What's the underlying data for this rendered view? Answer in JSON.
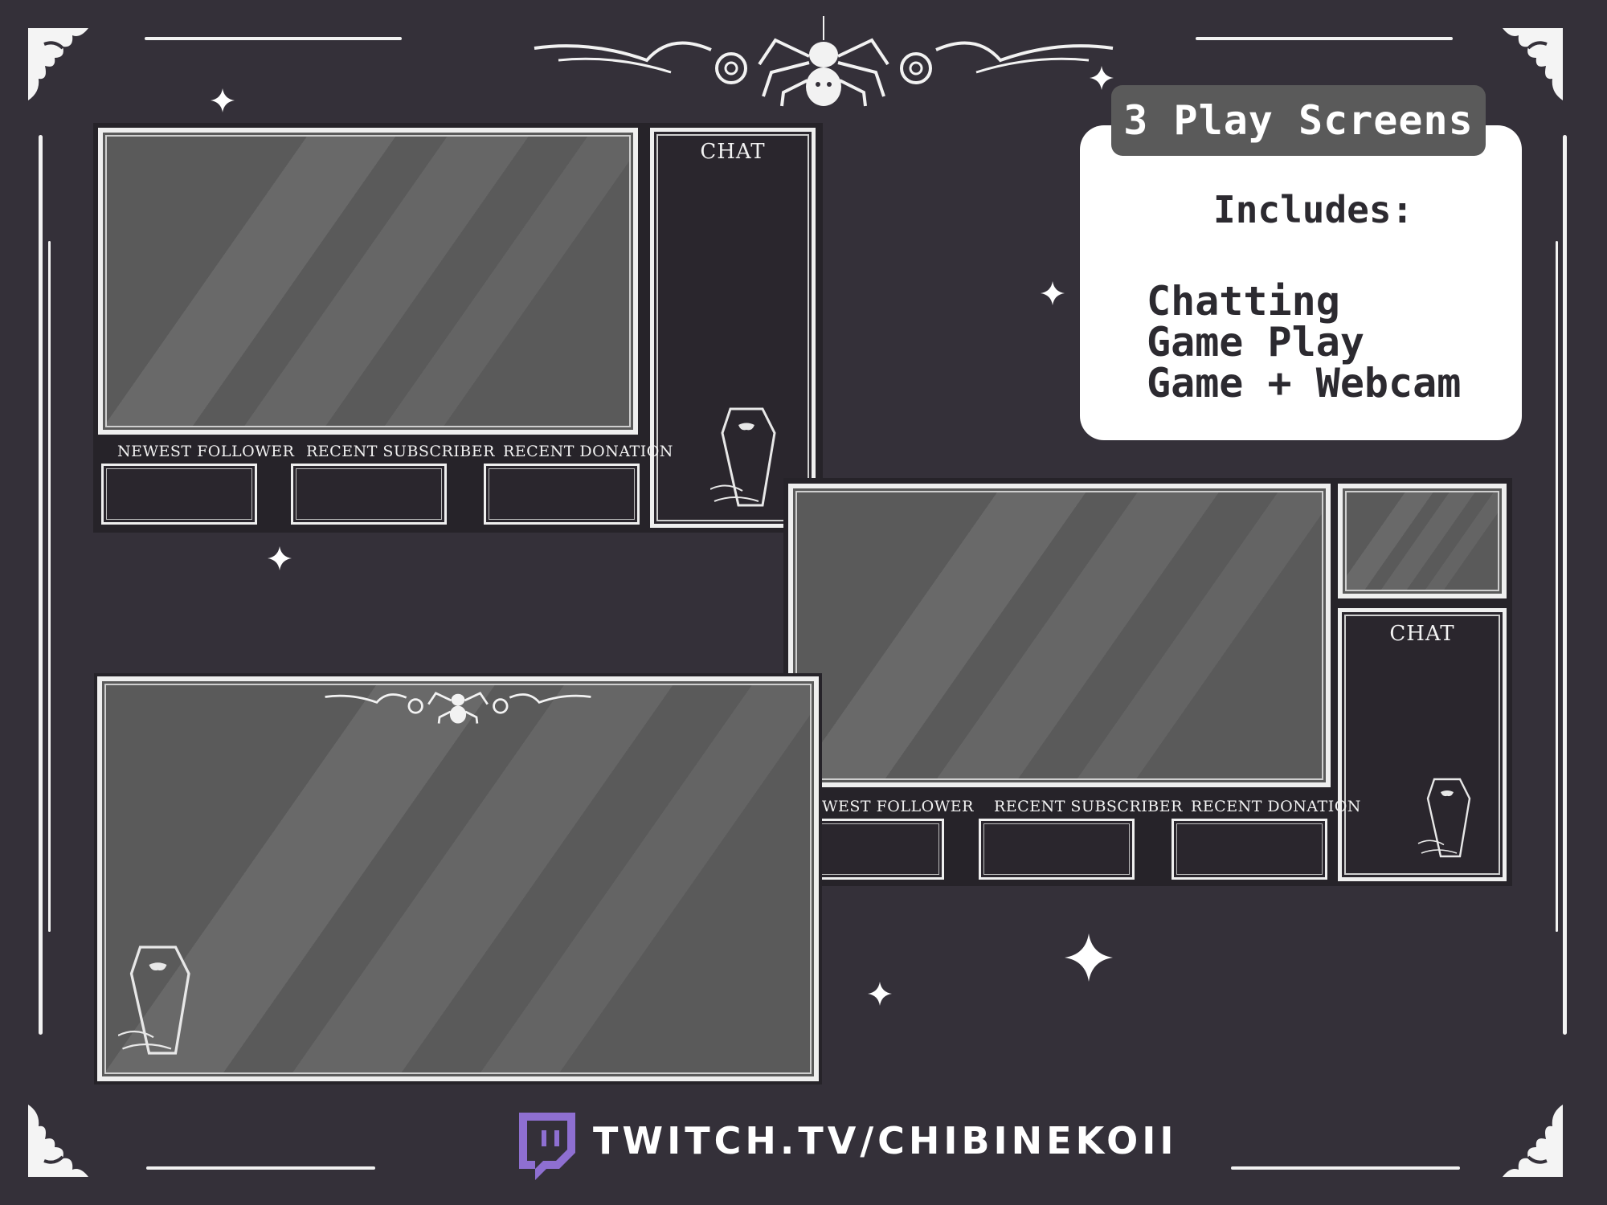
{
  "info": {
    "tab_title": "3 Play Screens",
    "includes_label": "Includes:",
    "items": [
      "Chatting",
      "Game Play",
      "Game + Webcam"
    ]
  },
  "screen_chatting": {
    "chat_title": "CHAT",
    "labels": [
      "NEWEST FOLLOWER",
      "RECENT SUBSCRIBER",
      "RECENT DONATION"
    ]
  },
  "screen_webcam": {
    "chat_title": "CHAT",
    "labels": [
      "WEST FOLLOWER",
      "RECENT SUBSCRIBER",
      "RECENT DONATION"
    ]
  },
  "footer": {
    "url": "TWITCH.TV/CHIBINEKOII"
  },
  "colors": {
    "background": "#343039",
    "panel_dark": "#262329",
    "glass_gray": "#5a5a5a",
    "frame_white": "#efefef",
    "twitch_purple": "#8e6fd1"
  },
  "icons": [
    "spider-icon",
    "bat-corner-icon",
    "coffin-icon",
    "sparkle-icon",
    "twitch-logo-icon"
  ]
}
